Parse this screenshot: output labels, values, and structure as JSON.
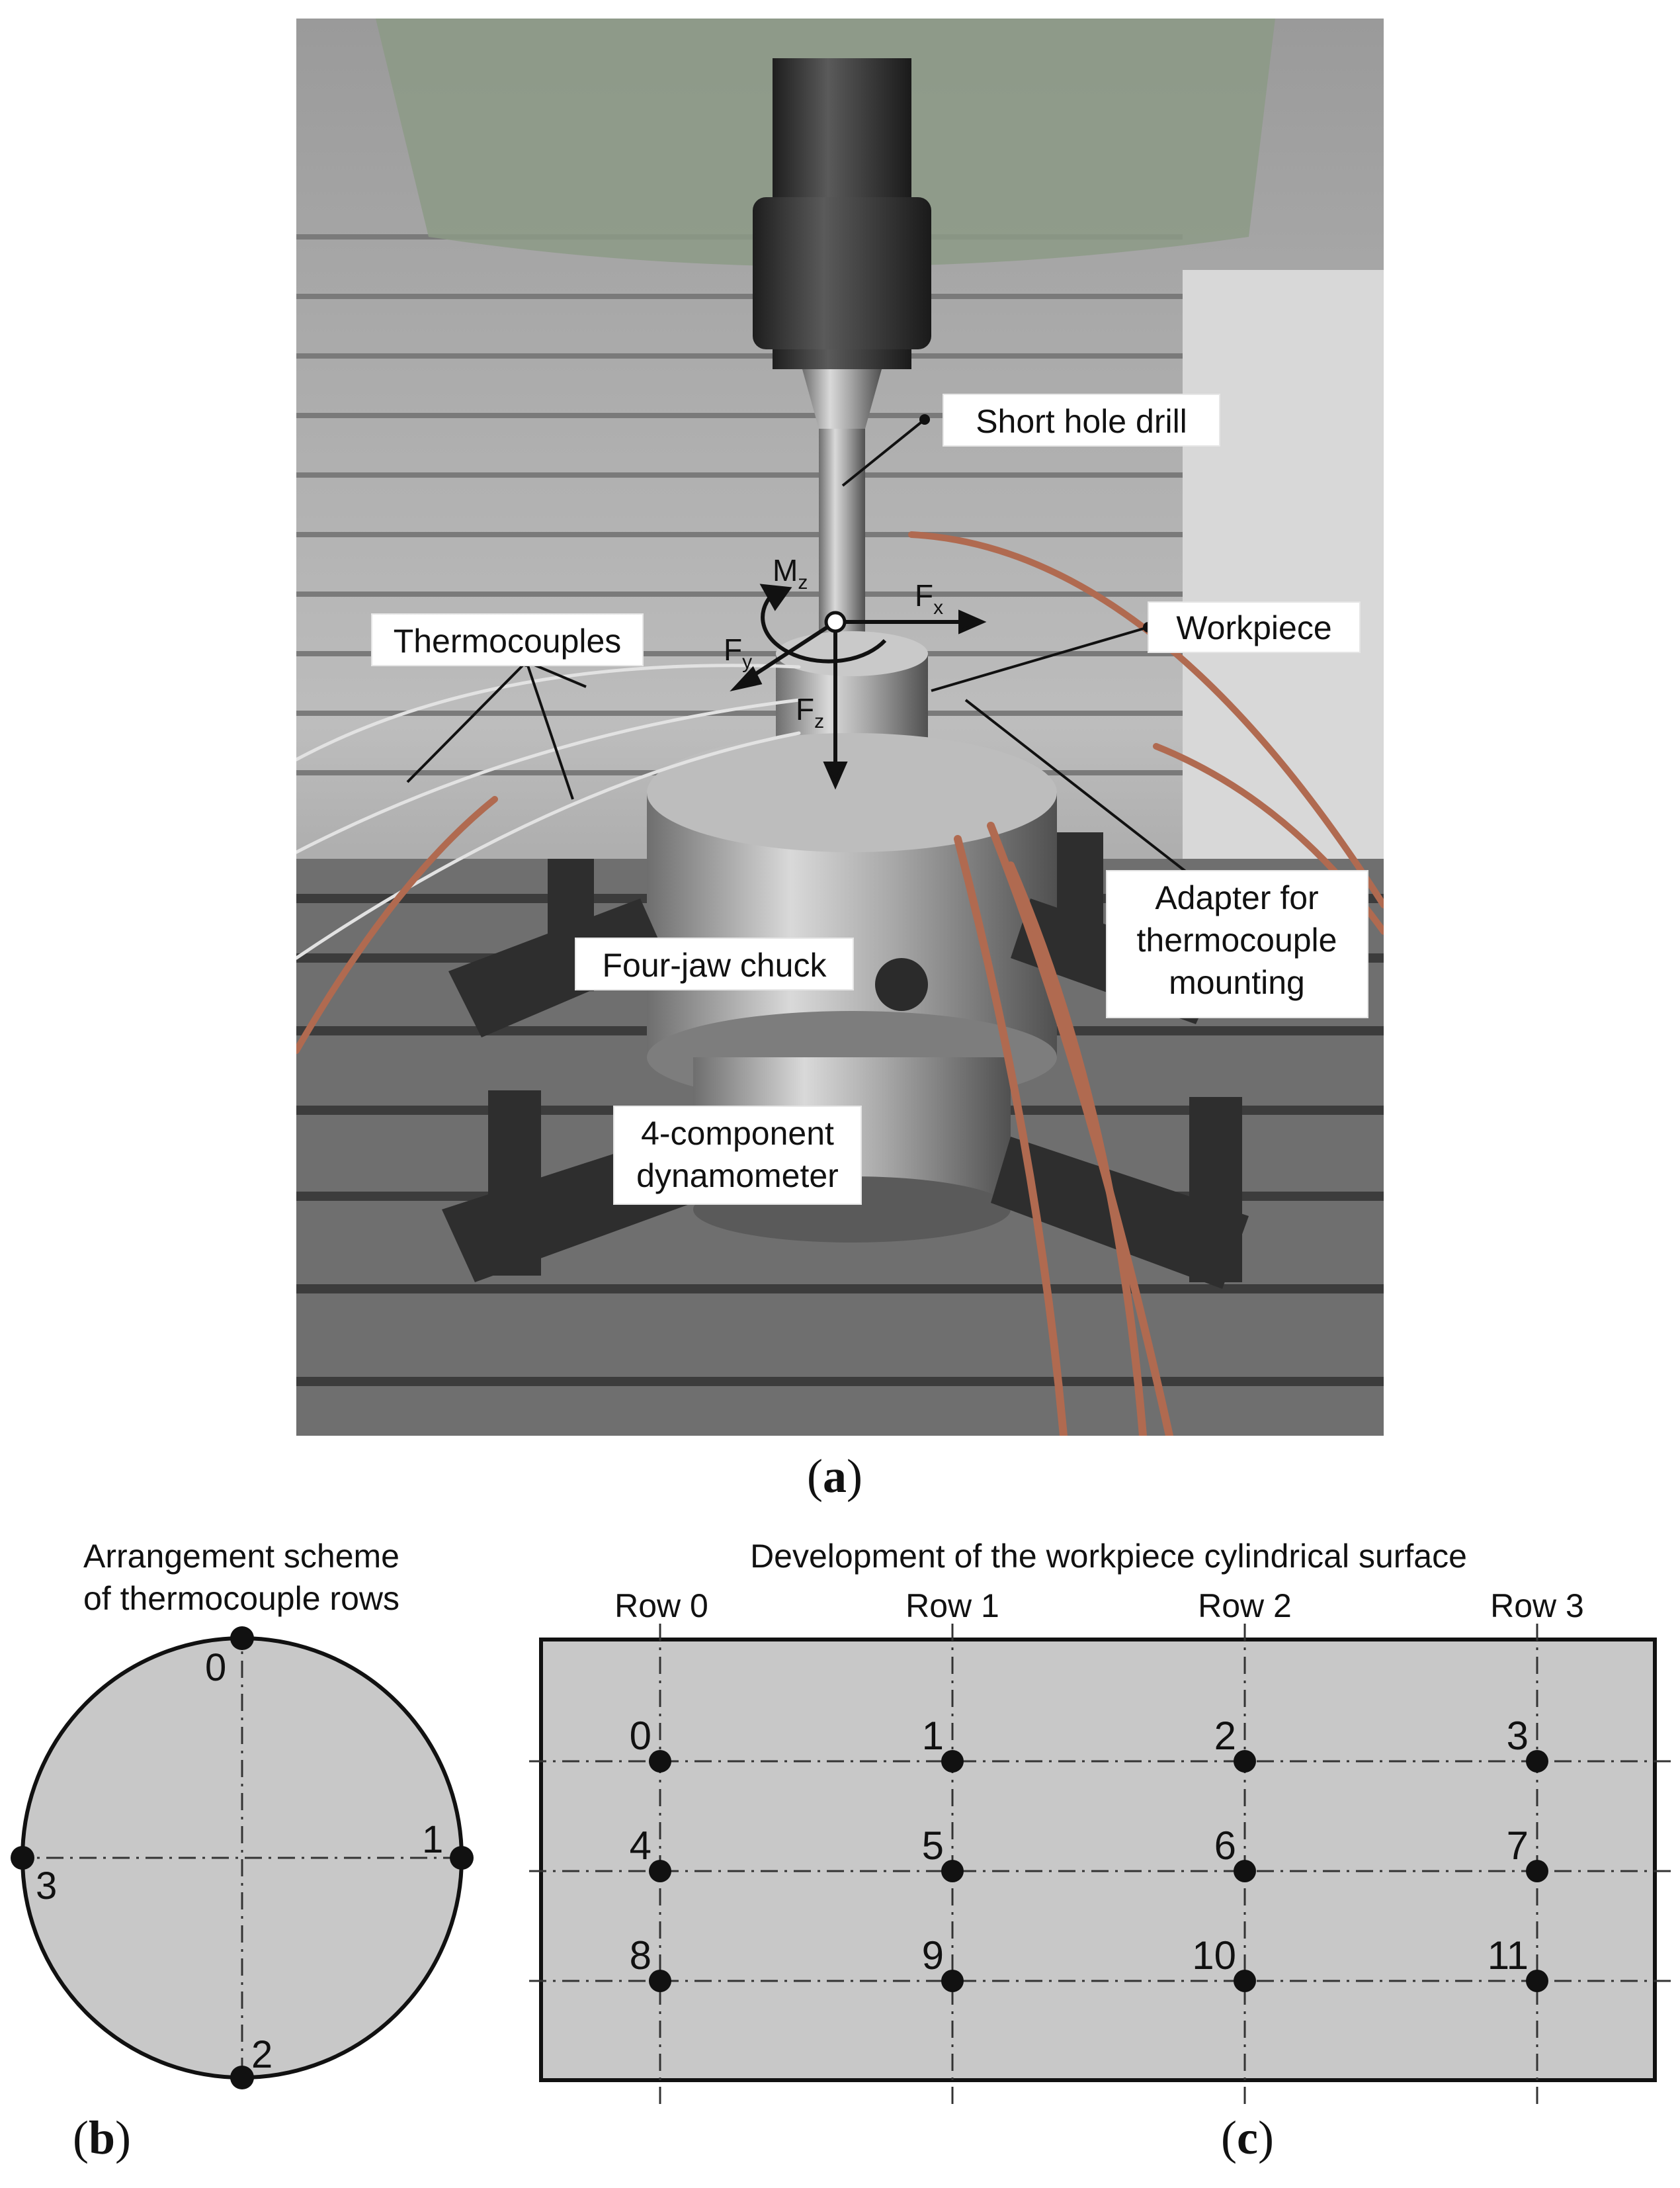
{
  "panel_a": {
    "label": "a",
    "callouts": {
      "short_hole_drill": "Short hole drill",
      "thermocouples": "Thermocouples",
      "workpiece": "Workpiece",
      "adapter": [
        "Adapter for",
        "thermocouple",
        "mounting"
      ],
      "four_jaw_chuck": "Four-jaw chuck",
      "dynamometer": [
        "4-component",
        "dynamometer"
      ]
    },
    "forces": {
      "mz": "M",
      "mz_sub": "z",
      "fx": "F",
      "fx_sub": "x",
      "fy": "F",
      "fy_sub": "y",
      "fz": "F",
      "fz_sub": "z"
    }
  },
  "panel_b": {
    "label": "b",
    "heading": [
      "Arrangement scheme",
      "of thermocouple rows"
    ],
    "positions": [
      "0",
      "1",
      "2",
      "3"
    ]
  },
  "panel_c": {
    "label": "c",
    "heading": "Development of the workpiece cylindrical surface",
    "rows": [
      "Row 0",
      "Row 1",
      "Row 2",
      "Row 3"
    ],
    "thermocouple_numbers": [
      [
        "0",
        "1",
        "2",
        "3"
      ],
      [
        "4",
        "5",
        "6",
        "7"
      ],
      [
        "8",
        "9",
        "10",
        "11"
      ]
    ]
  },
  "colors": {
    "grey_fill": "#c8c8c8",
    "dot": "#111111",
    "photo_dark": "#3a3a3a",
    "cable": "#b06a50"
  }
}
